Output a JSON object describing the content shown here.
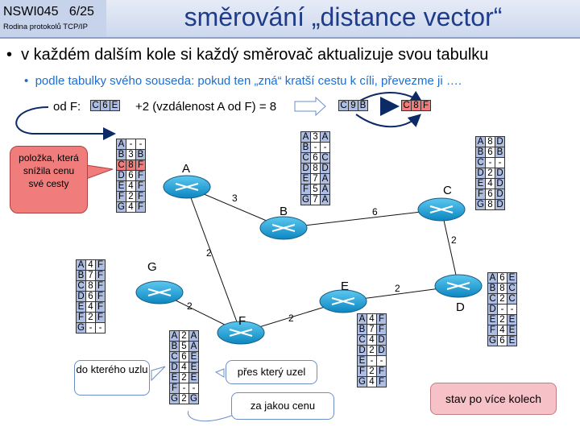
{
  "header": {
    "course": "NSWI045",
    "page": "6/25",
    "subtitle": "Rodina protokolů TCP/IP",
    "title": "směrování „distance vector“"
  },
  "bullets": {
    "main": "v každém dalším kole si každý směrovač aktualizuje svou tabulku",
    "sub": "podle tabulky svého souseda: pokud ten „zná“ kratší cestu k cíli, převezme ji …."
  },
  "formula": {
    "from_label": "od F:",
    "entry_from_f": [
      "C",
      "6",
      "E"
    ],
    "plus_text": "+2 (vzdálenost A od F) = 8",
    "computed_entry": [
      "C",
      "9",
      "B"
    ],
    "result_entry": [
      "C",
      "8",
      "F"
    ]
  },
  "nodes": [
    "A",
    "B",
    "C",
    "D",
    "E",
    "F",
    "G"
  ],
  "links": [
    {
      "from": "A",
      "to": "B",
      "cost": "3"
    },
    {
      "from": "B",
      "to": "C",
      "cost": "6"
    },
    {
      "from": "C",
      "to": "D",
      "cost": "2"
    },
    {
      "from": "A",
      "to": "F",
      "cost": "2"
    },
    {
      "from": "G",
      "to": "F",
      "cost": "2"
    },
    {
      "from": "F",
      "to": "E",
      "cost": "2"
    },
    {
      "from": "E",
      "to": "D",
      "cost": "2"
    }
  ],
  "tables": {
    "A": [
      [
        "A",
        "-",
        "-"
      ],
      [
        "B",
        "3",
        "B"
      ],
      [
        "C",
        "8",
        "F"
      ],
      [
        "D",
        "6",
        "F"
      ],
      [
        "E",
        "4",
        "F"
      ],
      [
        "F",
        "2",
        "F"
      ],
      [
        "G",
        "4",
        "F"
      ]
    ],
    "B": [
      [
        "A",
        "3",
        "A"
      ],
      [
        "B",
        "-",
        "-"
      ],
      [
        "C",
        "6",
        "C"
      ],
      [
        "D",
        "8",
        "D"
      ],
      [
        "E",
        "7",
        "A"
      ],
      [
        "F",
        "5",
        "A"
      ],
      [
        "G",
        "7",
        "A"
      ]
    ],
    "C": [
      [
        "A",
        "8",
        "D"
      ],
      [
        "B",
        "6",
        "B"
      ],
      [
        "C",
        "-",
        "-"
      ],
      [
        "D",
        "2",
        "D"
      ],
      [
        "E",
        "4",
        "D"
      ],
      [
        "F",
        "6",
        "D"
      ],
      [
        "G",
        "8",
        "D"
      ]
    ],
    "G": [
      [
        "A",
        "4",
        "F"
      ],
      [
        "B",
        "7",
        "F"
      ],
      [
        "C",
        "8",
        "F"
      ],
      [
        "D",
        "6",
        "F"
      ],
      [
        "E",
        "4",
        "F"
      ],
      [
        "F",
        "2",
        "F"
      ],
      [
        "G",
        "-",
        "-"
      ]
    ],
    "F": [
      [
        "A",
        "2",
        "A"
      ],
      [
        "B",
        "5",
        "A"
      ],
      [
        "C",
        "6",
        "E"
      ],
      [
        "D",
        "4",
        "E"
      ],
      [
        "E",
        "2",
        "E"
      ],
      [
        "F",
        "-",
        "-"
      ],
      [
        "G",
        "2",
        "G"
      ]
    ],
    "E": [
      [
        "A",
        "4",
        "F"
      ],
      [
        "B",
        "7",
        "F"
      ],
      [
        "C",
        "4",
        "D"
      ],
      [
        "D",
        "2",
        "D"
      ],
      [
        "E",
        "-",
        "-"
      ],
      [
        "F",
        "2",
        "F"
      ],
      [
        "G",
        "4",
        "F"
      ]
    ],
    "D": [
      [
        "A",
        "6",
        "E"
      ],
      [
        "B",
        "8",
        "C"
      ],
      [
        "C",
        "2",
        "C"
      ],
      [
        "D",
        "-",
        "-"
      ],
      [
        "E",
        "2",
        "E"
      ],
      [
        "F",
        "4",
        "E"
      ],
      [
        "G",
        "6",
        "E"
      ]
    ]
  },
  "callouts": {
    "reduced": "položka, která snížila cenu své cesty",
    "dest": "do kterého uzlu",
    "via": "přes který uzel",
    "cost": "za jakou cenu",
    "state": "stav po více kolech"
  },
  "colors": {
    "title": "#1f3c8a",
    "sub_bullet": "#1e6ed0",
    "cell_blue": "#aebde2",
    "cell_highlight": "#f07c7c",
    "router": "#1aa3d9",
    "state_box": "#f7c2c7"
  }
}
